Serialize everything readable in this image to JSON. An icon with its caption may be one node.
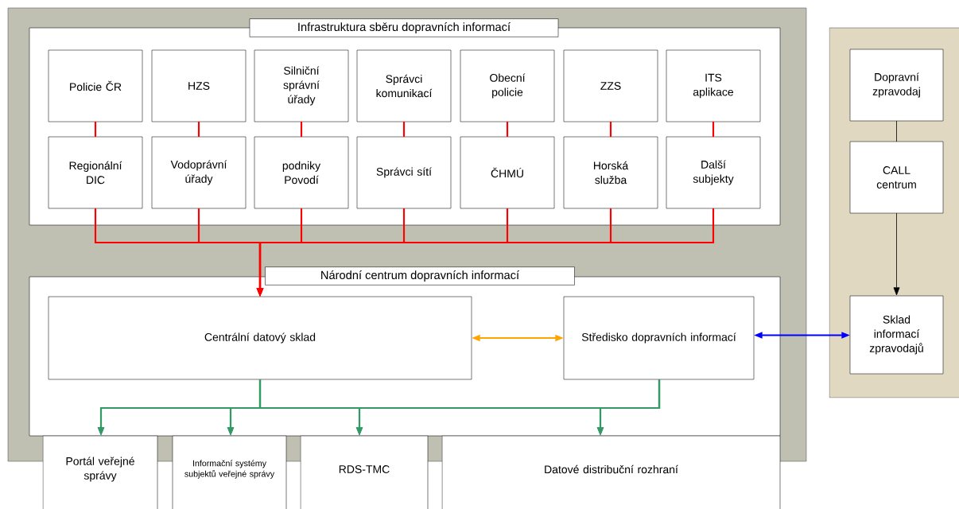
{
  "diagram": {
    "nodes": [
      {
        "text": [
          "Infrastruktura sběru dopravních informací"
        ]
      },
      {
        "text": [
          "Policie ČR"
        ],
        "in": 0
      },
      {
        "text": [
          "HZS"
        ],
        "in": 0
      },
      {
        "text": [
          "Silniční správní úřady"
        ],
        "in": 0
      },
      {
        "text": [
          "Správci komunikací"
        ],
        "in": 0
      },
      {
        "text": [
          "Obecní policie"
        ],
        "in": 0
      },
      {
        "text": [
          "ZZS"
        ],
        "in": 0
      },
      {
        "text": [
          "ITS aplikace"
        ],
        "in": 0
      },
      {
        "text": [
          "Regionální DIC"
        ],
        "in": 0
      },
      {
        "text": [
          "Vodoprávní úřady"
        ],
        "in": 0
      },
      {
        "text": [
          "podniky Povodí"
        ],
        "in": 0
      },
      {
        "text": [
          "Správci sítí"
        ],
        "in": 0
      },
      {
        "text": [
          "ČHMÚ"
        ],
        "in": 0
      },
      {
        "text": [
          "Horská služba"
        ],
        "in": 0
      },
      {
        "text": [
          "Další subjekty"
        ],
        "in": 0
      },
      {
        "text": [
          "Národní centrum dopravních informací"
        ]
      },
      {
        "text": [
          "Centrální datový sklad"
        ],
        "in": 15
      },
      {
        "text": [
          "Středisko dopravních informací"
        ],
        "in": 15
      },
      {
        "text": [
          "Portál veřejné správy"
        ]
      },
      {
        "text": [
          "Informační systémy subjektů veřejné správy"
        ]
      },
      {
        "text": [
          "RDS-TMC"
        ]
      },
      {
        "text": [
          "Datové distribuční rozhraní"
        ]
      },
      {
        "text": [
          "Dopravní zpravodaj"
        ]
      },
      {
        "text": [
          "CALL centrum"
        ]
      },
      {
        "text": [
          "Sklad informací zpravodajů"
        ]
      }
    ],
    "edges": [
      {
        "from": 1,
        "to": 8,
        "arrow": "none"
      },
      {
        "from": 2,
        "to": 9,
        "arrow": "none"
      },
      {
        "from": 3,
        "to": 10,
        "arrow": "none"
      },
      {
        "from": 4,
        "to": 11,
        "arrow": "none"
      },
      {
        "from": 5,
        "to": 12,
        "arrow": "none"
      },
      {
        "from": 6,
        "to": 13,
        "arrow": "none"
      },
      {
        "from": 7,
        "to": 14,
        "arrow": "none"
      },
      {
        "from": 8,
        "to": 16,
        "arrow": "to"
      },
      {
        "from": 9,
        "to": 16,
        "arrow": "to"
      },
      {
        "from": 10,
        "to": 16,
        "arrow": "to"
      },
      {
        "from": 11,
        "to": 16,
        "arrow": "to"
      },
      {
        "from": 12,
        "to": 16,
        "arrow": "to"
      },
      {
        "from": 13,
        "to": 16,
        "arrow": "to"
      },
      {
        "from": 14,
        "to": 16,
        "arrow": "to"
      },
      {
        "from": 16,
        "to": 17,
        "arrow": "both",
        "color": "#ffa500"
      },
      {
        "from": 17,
        "to": 24,
        "arrow": "both",
        "color": "#0000ff"
      },
      {
        "from": 16,
        "to": 18,
        "arrow": "to",
        "color": "#339966"
      },
      {
        "from": 16,
        "to": 19,
        "arrow": "to",
        "color": "#339966"
      },
      {
        "from": 16,
        "to": 20,
        "arrow": "to",
        "color": "#339966"
      },
      {
        "from": 16,
        "to": 21,
        "arrow": "to",
        "color": "#339966"
      },
      {
        "from": 17,
        "to": 18,
        "arrow": "to",
        "color": "#339966"
      },
      {
        "from": 17,
        "to": 19,
        "arrow": "to",
        "color": "#339966"
      },
      {
        "from": 17,
        "to": 20,
        "arrow": "to",
        "color": "#339966"
      },
      {
        "from": 17,
        "to": 21,
        "arrow": "to",
        "color": "#339966"
      },
      {
        "from": 22,
        "to": 23,
        "arrow": "none",
        "color": "#000000"
      },
      {
        "from": 23,
        "to": 24,
        "arrow": "to",
        "color": "#000000"
      }
    ]
  }
}
